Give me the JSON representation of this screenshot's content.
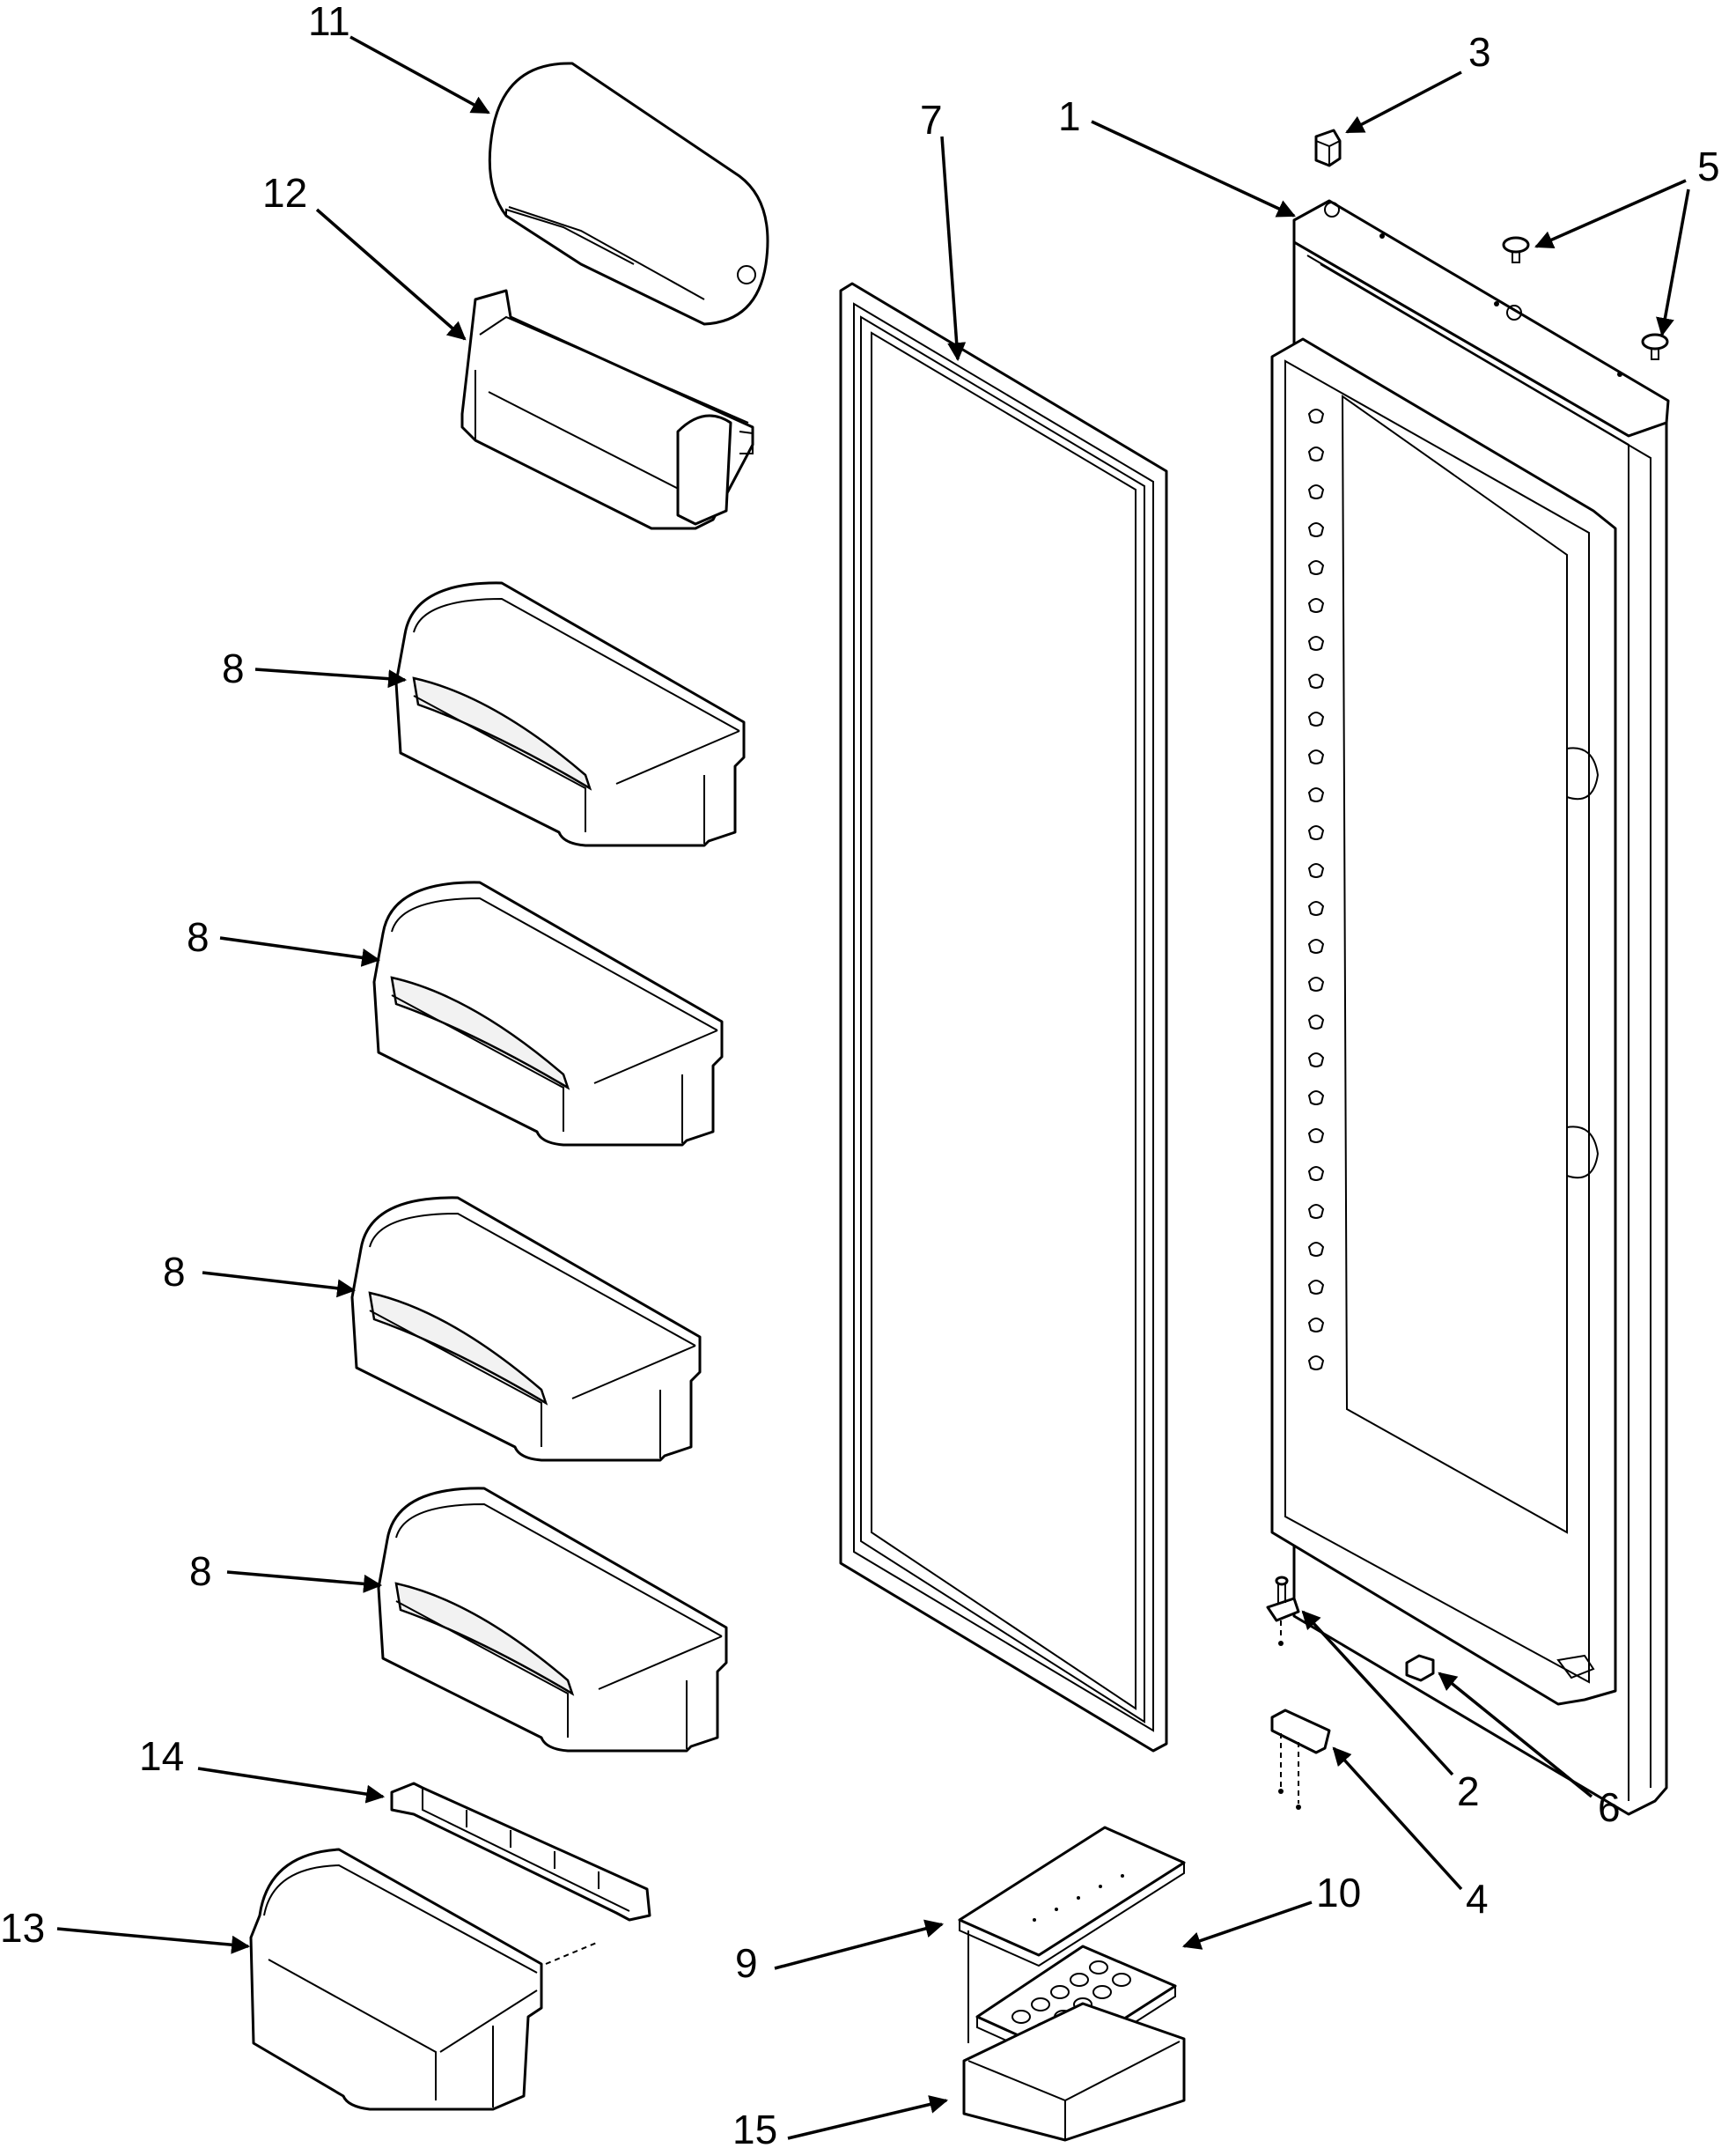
{
  "callouts": {
    "c1": "1",
    "c2": "2",
    "c3": "3",
    "c4": "4",
    "c5": "5",
    "c6": "6",
    "c7": "7",
    "c8a": "8",
    "c8b": "8",
    "c8c": "8",
    "c8d": "8",
    "c9": "9",
    "c10": "10",
    "c11": "11",
    "c12": "12",
    "c13": "13",
    "c14": "14",
    "c15": "15"
  },
  "colors": {
    "line": "#000000",
    "background": "#ffffff"
  }
}
